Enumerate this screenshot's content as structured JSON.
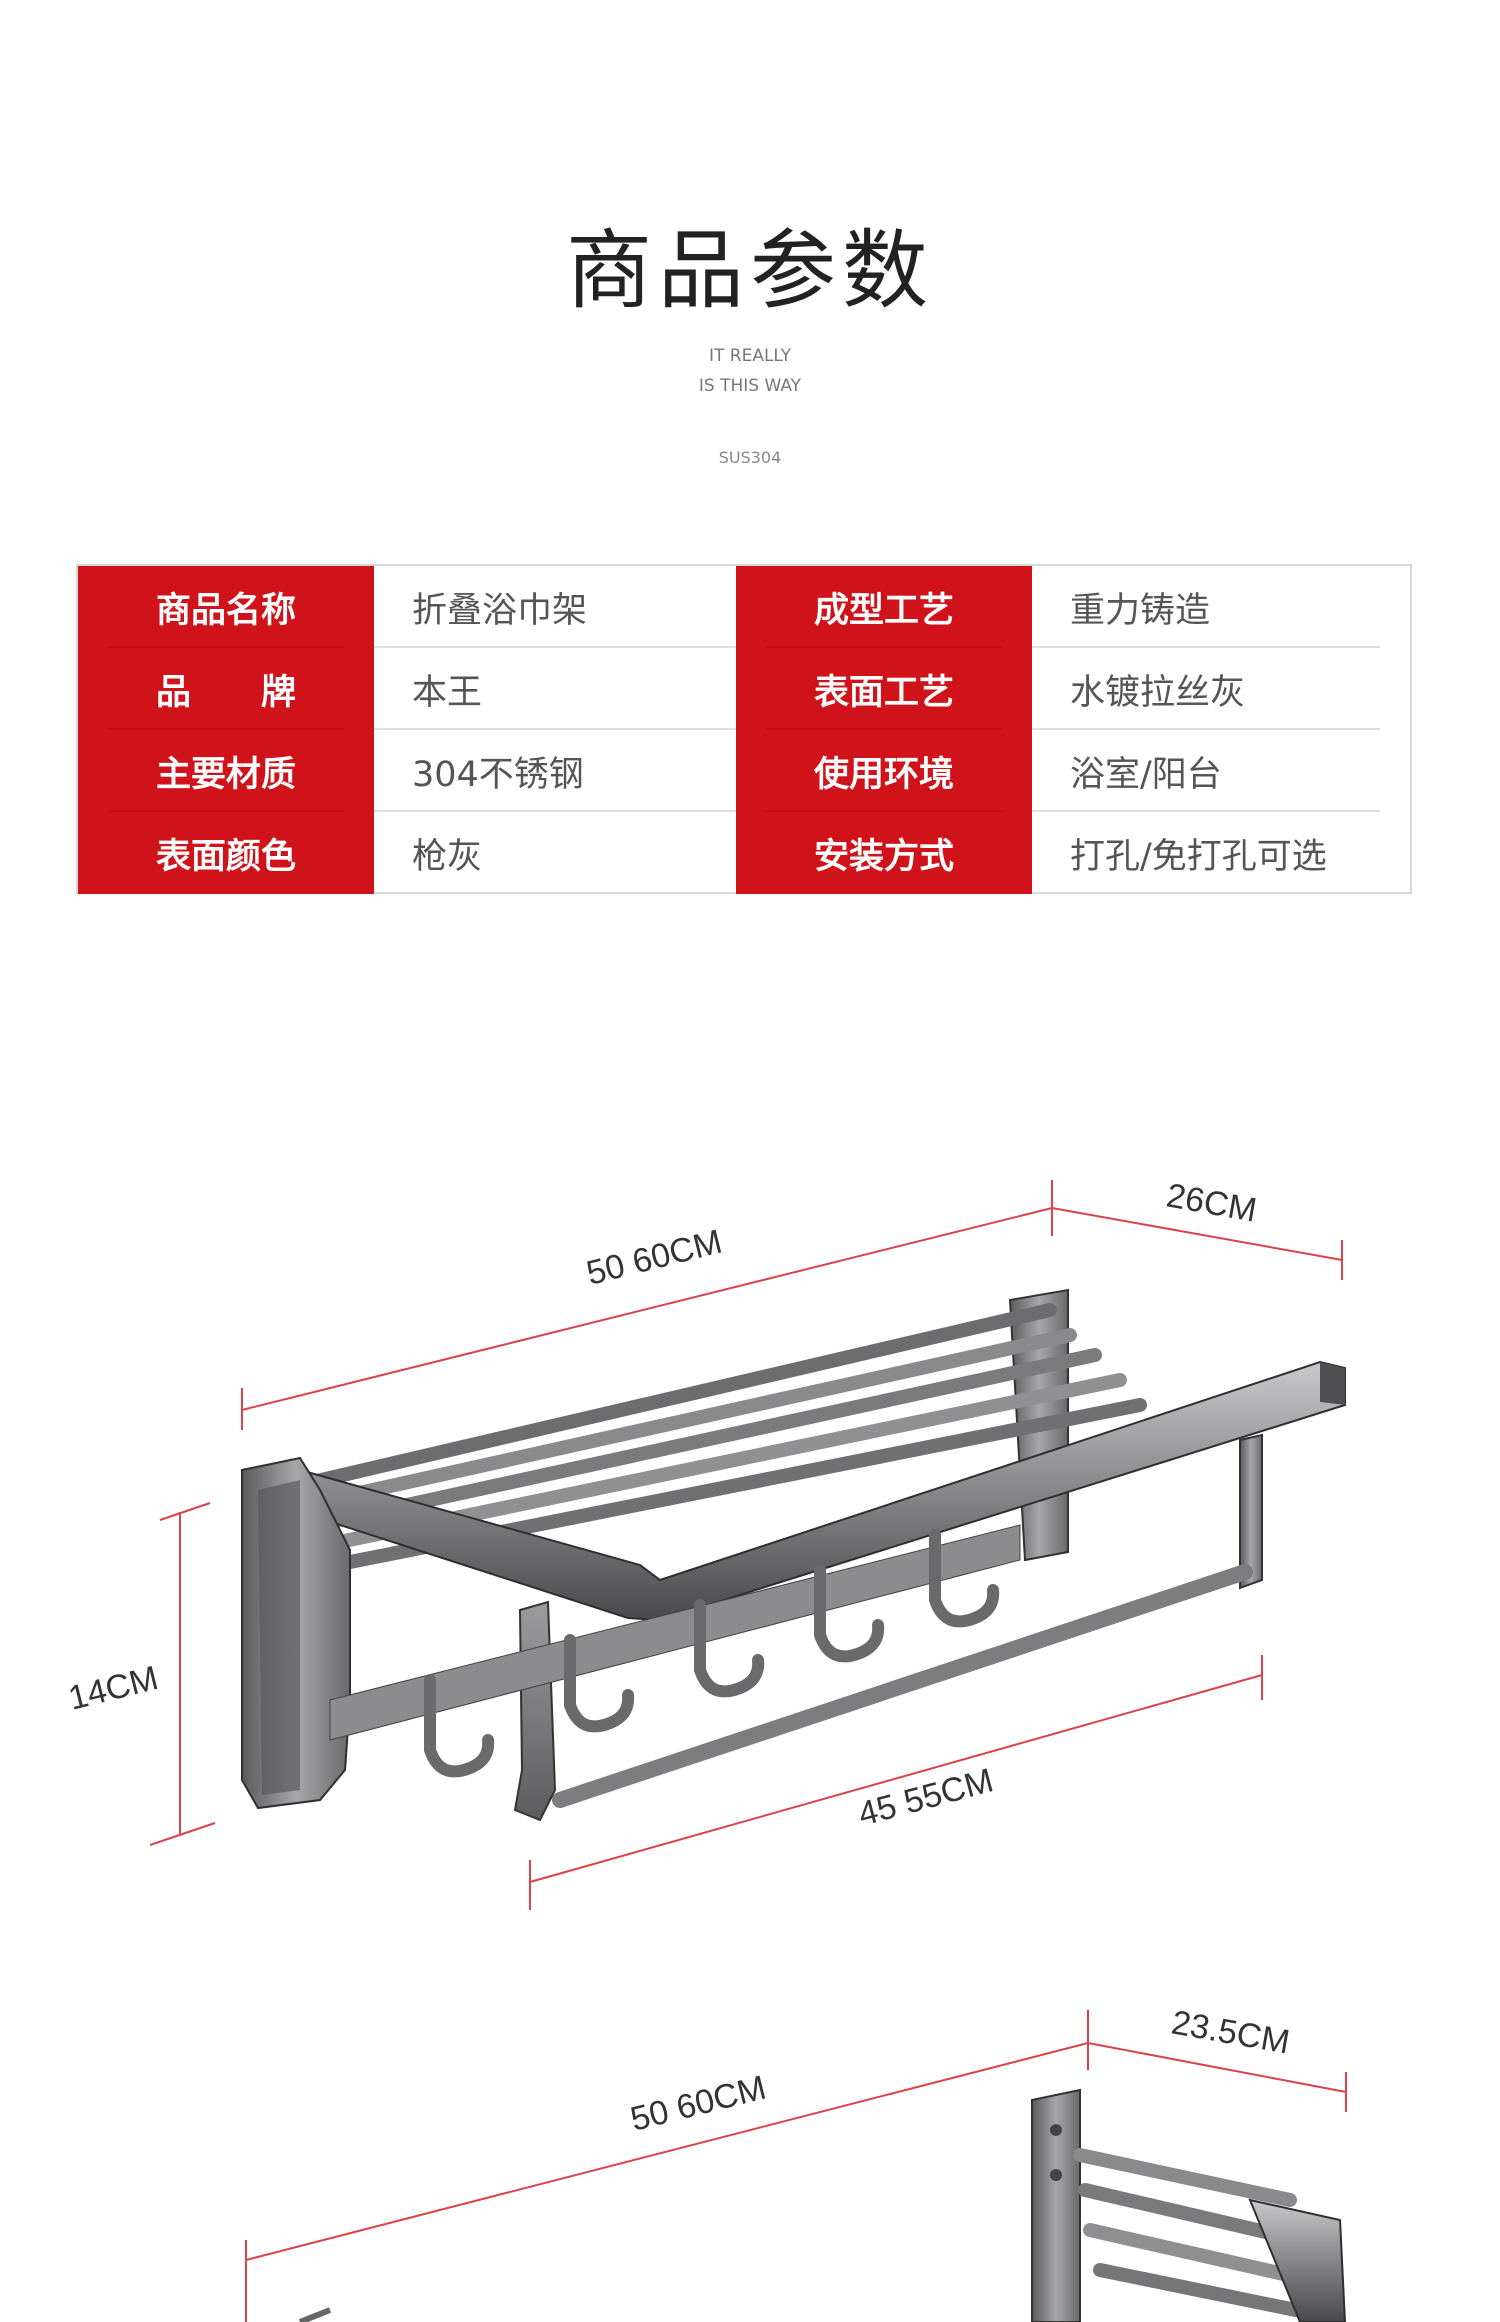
{
  "header": {
    "title": "商品参数",
    "subtitle_line1": "IT REALLY",
    "subtitle_line2": "IS THIS WAY",
    "code": "SUS304"
  },
  "specs": {
    "rows": [
      {
        "label_left": "商品名称",
        "value_left": "折叠浴巾架",
        "label_right": "成型工艺",
        "value_right": "重力铸造"
      },
      {
        "label_left": "品　　牌",
        "value_left": "本王",
        "label_right": "表面工艺",
        "value_right": "水镀拉丝灰"
      },
      {
        "label_left": "主要材质",
        "value_left": "304不锈钢",
        "label_right": "使用环境",
        "value_right": "浴室/阳台"
      },
      {
        "label_left": "表面颜色",
        "value_left": "枪灰",
        "label_right": "安装方式",
        "value_right": "打孔/免打孔可选"
      }
    ]
  },
  "diagram1": {
    "top_length": "50 60CM",
    "depth": "26CM",
    "height": "14CM",
    "bar_length": "45 55CM"
  },
  "diagram2": {
    "top_length": "50 60CM",
    "depth": "23.5CM"
  },
  "colors": {
    "accent": "#d0121b",
    "dimension_line": "#d9434a",
    "metal": "#8a8a8c"
  }
}
